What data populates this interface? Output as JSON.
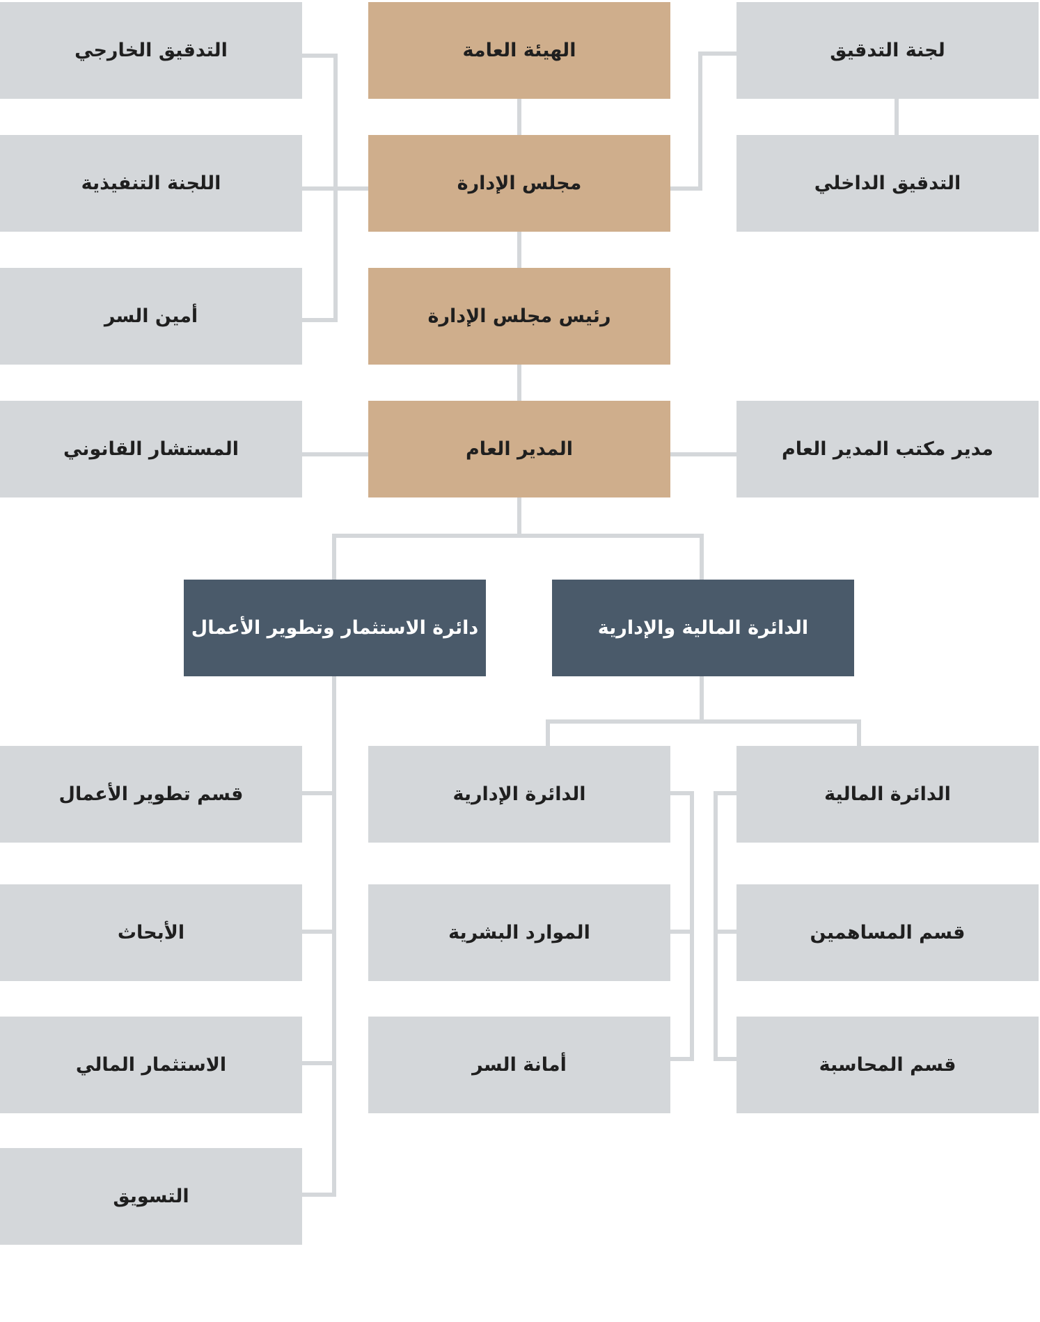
{
  "colors": {
    "governance_box": "#cfae8c",
    "side_box": "#d4d7da",
    "department_box": "#4a5a6a",
    "connector": "#d4d7da"
  },
  "governance": {
    "general_assembly": "الهيئة العامة",
    "board_of_directors": "مجلس الإدارة",
    "board_chairman": "رئيس مجلس الإدارة",
    "general_manager": "المدير العام"
  },
  "board_side": {
    "external_audit": "التدقيق الخارجي",
    "executive_committee": "اللجنة التنفيذية",
    "board_secretary": "أمين السر"
  },
  "audit_side": {
    "audit_committee": "لجنة التدقيق",
    "internal_audit": "التدقيق الداخلي"
  },
  "gm_side": {
    "legal_counsel": "المستشار القانوني",
    "gm_office_manager": "مدير مكتب المدير العام"
  },
  "departments": {
    "investment_bd": "دائرة الاستثمار وتطوير الأعمال",
    "finance_admin": "الدائرة المالية والإدارية"
  },
  "investment_units": [
    "قسم تطوير الأعمال",
    "الأبحاث",
    "الاستثمار المالي",
    "التسويق"
  ],
  "finance_admin_units": {
    "administrative": "الدائرة الإدارية",
    "financial": "الدائرة المالية",
    "administrative_children": [
      "الموارد البشرية",
      "أمانة السر"
    ],
    "financial_children": [
      "قسم المساهمين",
      "قسم المحاسبة"
    ]
  }
}
